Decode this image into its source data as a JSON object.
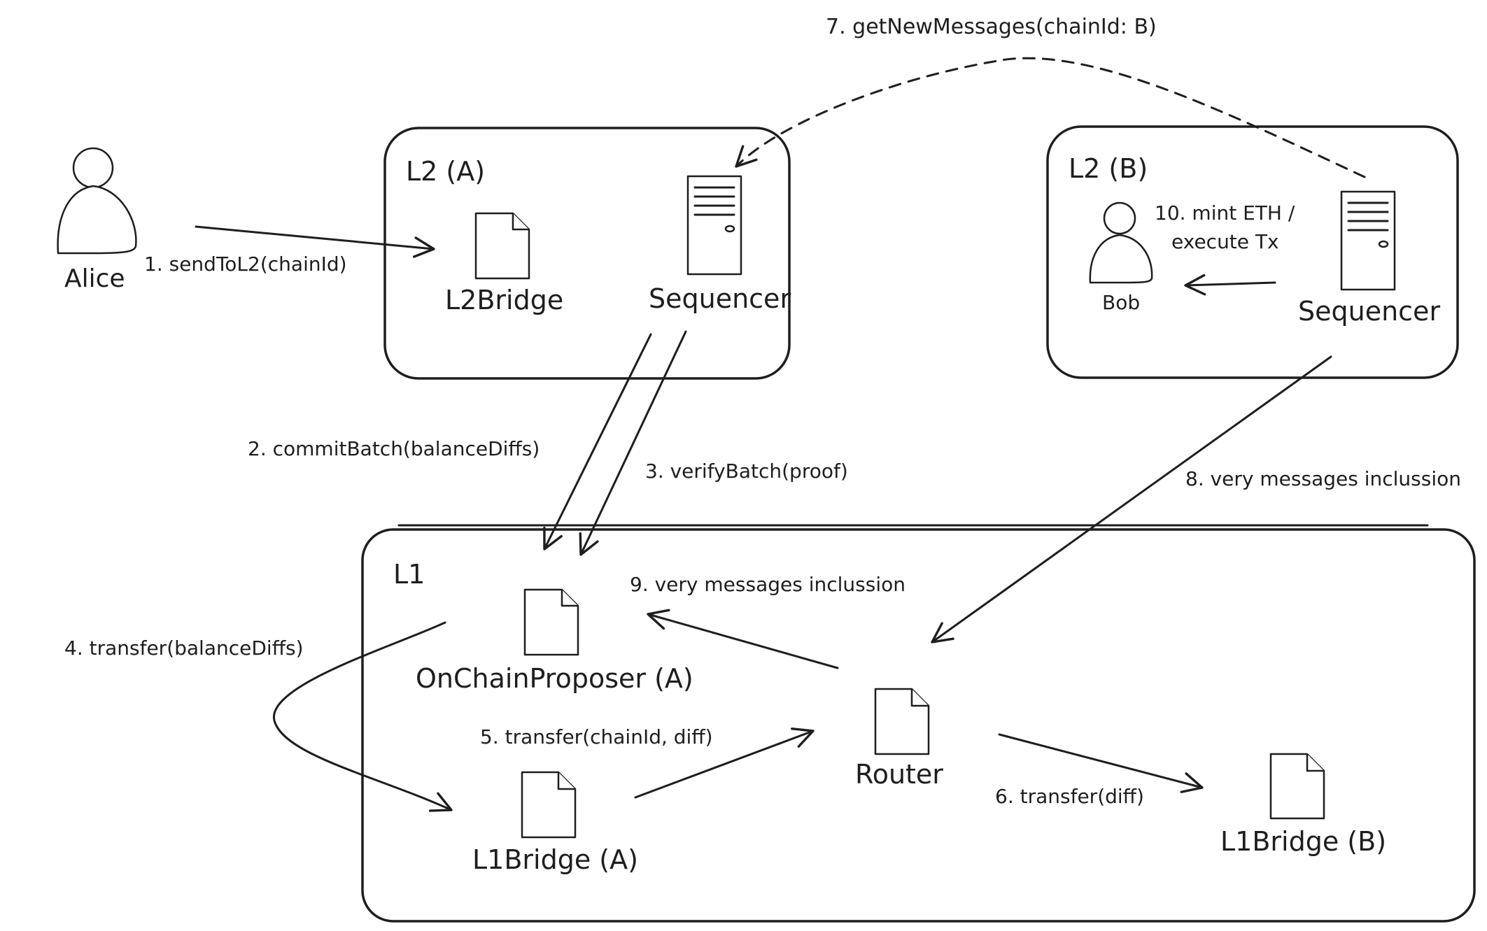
{
  "containers": {
    "l2a": "L2 (A)",
    "l2b": "L2 (B)",
    "l1": "L1"
  },
  "actors": {
    "alice": "Alice",
    "bob": "Bob"
  },
  "nodes": {
    "l2bridge": "L2Bridge",
    "sequencer_a": "Sequencer",
    "sequencer_b": "Sequencer",
    "onchain_proposer": "OnChainProposer (A)",
    "router": "Router",
    "l1bridge_a": "L1Bridge (A)",
    "l1bridge_b": "L1Bridge (B)"
  },
  "edges": {
    "e1": "1. sendToL2(chainId)",
    "e2": "2. commitBatch(balanceDiffs)",
    "e3": "3. verifyBatch(proof)",
    "e4": "4. transfer(balanceDiffs)",
    "e5": "5. transfer(chainId, diff)",
    "e6": "6. transfer(diff)",
    "e7": "7. getNewMessages(chainId: B)",
    "e8": "8. very messages inclussion",
    "e9": "9. very messages inclussion",
    "e10_line1": "10. mint ETH /",
    "e10_line2": "execute Tx"
  }
}
